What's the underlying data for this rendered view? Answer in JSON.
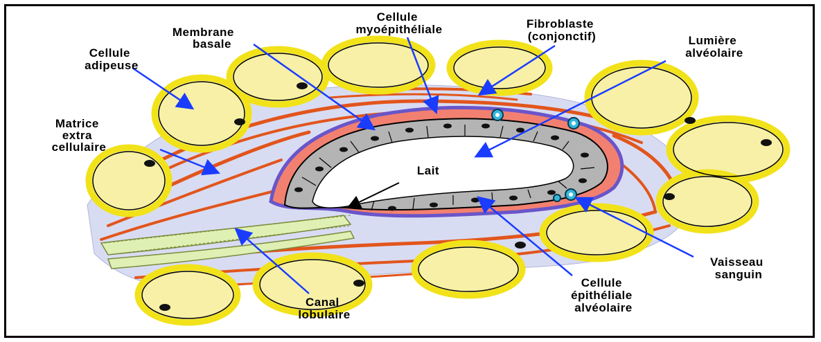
{
  "diagram": {
    "labels": {
      "cellule_myoepitheliale": [
        "Cellule",
        "myoépithéliale"
      ],
      "membrane_basale": [
        "Membrane",
        "basale"
      ],
      "fibroblaste": [
        "Fibroblaste",
        "(conjonctif)"
      ],
      "lumiere_alveolaire": [
        "Lumière",
        "alvéolaire"
      ],
      "cellule_adipeuse": [
        "Cellule",
        "adipeuse"
      ],
      "matrice_extra_cellulaire": [
        "Matrice",
        "extra",
        "cellulaire"
      ],
      "lait": "Lait",
      "vaisseau_sanguin": [
        "Vaisseau",
        "sanguin"
      ],
      "cellule_epitheliale_alveolaire": [
        "Cellule",
        "épithéliale",
        "alvéolaire"
      ],
      "canal_lobulaire": [
        "Canal",
        "lobulaire"
      ]
    },
    "colors": {
      "adipocyte_fill": "#f7f0a6",
      "adipocyte_rim": "#f1e21a",
      "matrix": "#d8dcf2",
      "fibroblast": "#e2551c",
      "basal_membrane": "#6a55c9",
      "myoepithelial": "#f28070",
      "epithelial": "#b4b4b4",
      "vessel": "#35b6d8",
      "duct": "#dff0b4",
      "arrow": "#1a3cff"
    }
  }
}
